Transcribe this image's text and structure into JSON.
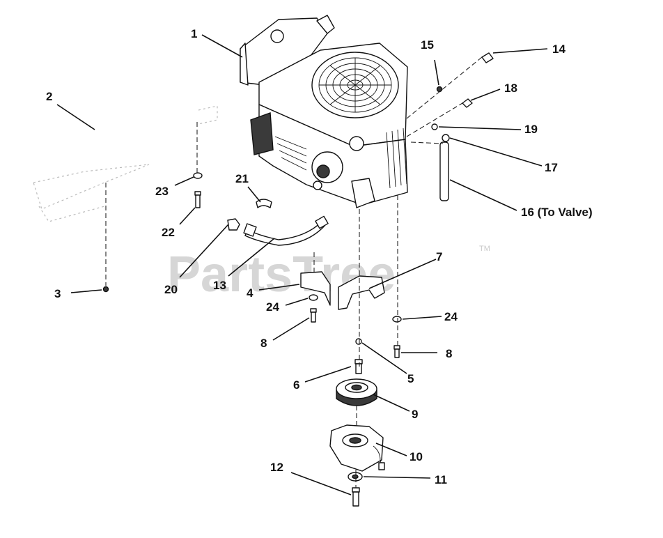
{
  "watermark": {
    "text": "PartsTree",
    "tm": "TM"
  },
  "callouts": {
    "c1": "1",
    "c2": "2",
    "c3": "3",
    "c4": "4",
    "c5": "5",
    "c6": "6",
    "c7": "7",
    "c8a": "8",
    "c8b": "8",
    "c9": "9",
    "c10": "10",
    "c11": "11",
    "c12": "12",
    "c13": "13",
    "c14": "14",
    "c15": "15",
    "c16": "16 (To Valve)",
    "c17": "17",
    "c18": "18",
    "c19": "19",
    "c20": "20",
    "c21": "21",
    "c22": "22",
    "c23": "23",
    "c24a": "24",
    "c24b": "24"
  }
}
